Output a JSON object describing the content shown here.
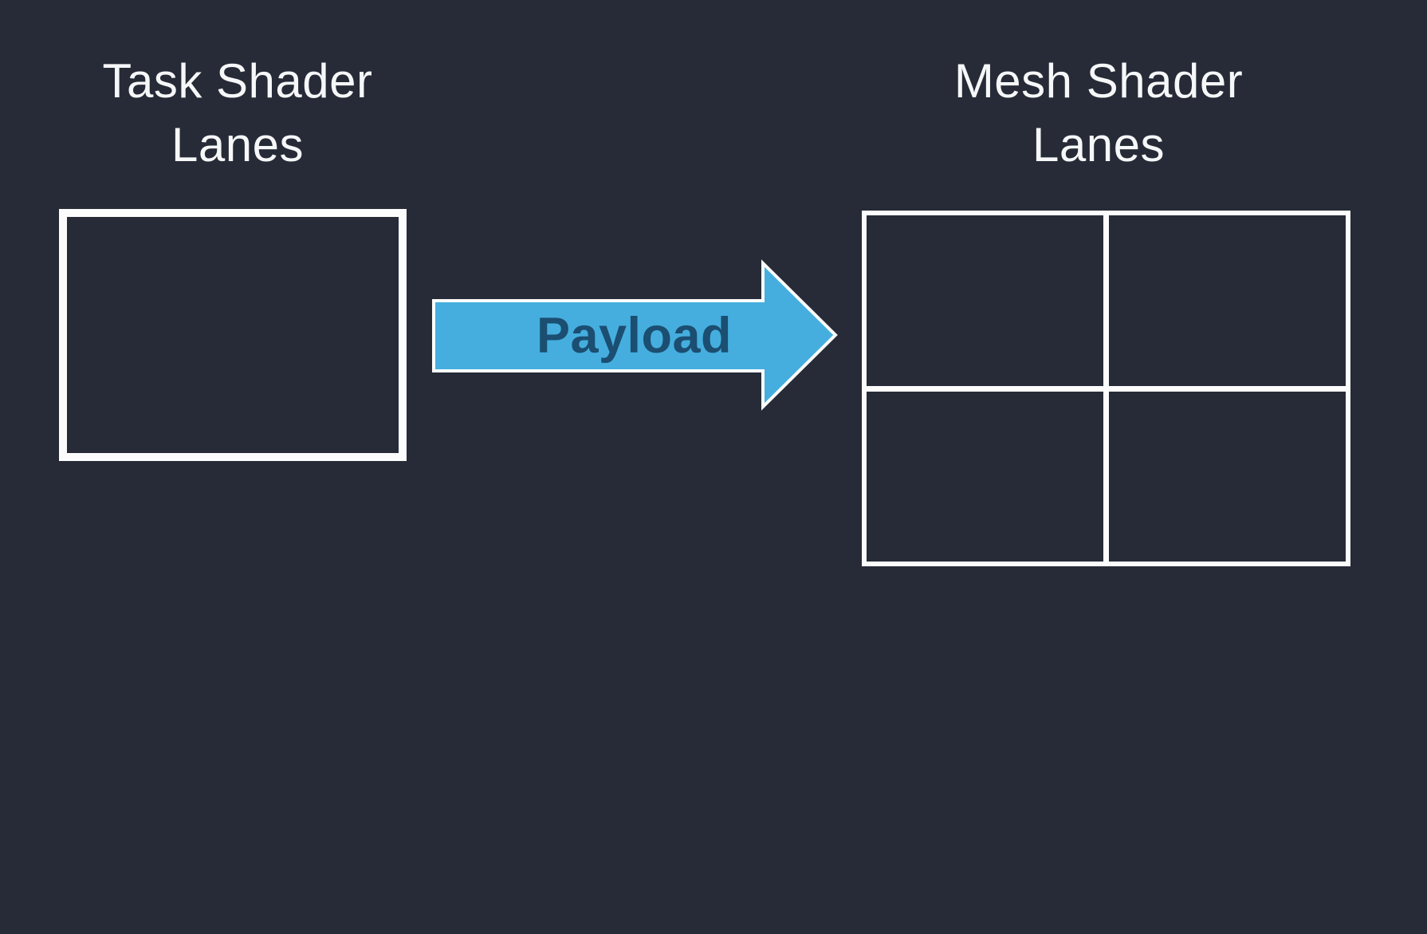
{
  "colors": {
    "background": "#262B37",
    "frame": "#FCFCFC",
    "title_text": "#F6F7F8",
    "arrow_fill": "#45AEDF",
    "arrow_label": "#1B4E71"
  },
  "left_group": {
    "title_line1": "Task Shader",
    "title_line2": "Lanes",
    "lane_box_count": 1
  },
  "arrow": {
    "label": "Payload"
  },
  "right_group": {
    "title_line1": "Mesh Shader",
    "title_line2": "Lanes",
    "lane_cell_count": 4
  }
}
